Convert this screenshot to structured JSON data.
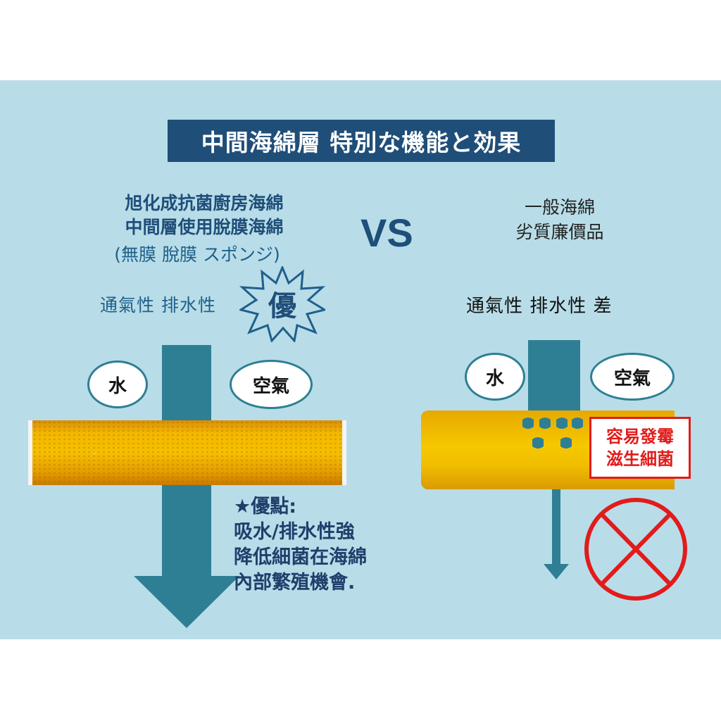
{
  "title": "中間海綿層 特別な機能と効果",
  "vs": "VS",
  "left": {
    "heading_line1": "旭化成抗菌廚房海綿",
    "heading_line2": "中間層使用脫膜海綿",
    "subheading": "(無膜 脫膜 スポンジ)",
    "properties": "通氣性  排水性",
    "badge": "優",
    "water_label": "水",
    "air_label": "空氣",
    "merits": [
      "★優點:",
      "吸水/排水性強",
      "降低細菌在海綿",
      "內部繁殖機會."
    ]
  },
  "right": {
    "heading_line1": "一般海綿",
    "heading_line2": "劣質廉價品",
    "properties": "通氣性    排水性  差",
    "water_label": "水",
    "air_label": "空氣",
    "warning_line1": "容易發霉",
    "warning_line2": "滋生細菌"
  },
  "colors": {
    "background_panel": "#b8dde8",
    "title_bar": "#1f4e79",
    "arrow": "#2e7f94",
    "warning_red": "#e21b1b",
    "sponge_yellow": "#f5c000"
  },
  "icons": {
    "badge": "starburst-icon",
    "prohibited": "prohibited-icon",
    "blocked_water": "water-droplet-icon"
  }
}
